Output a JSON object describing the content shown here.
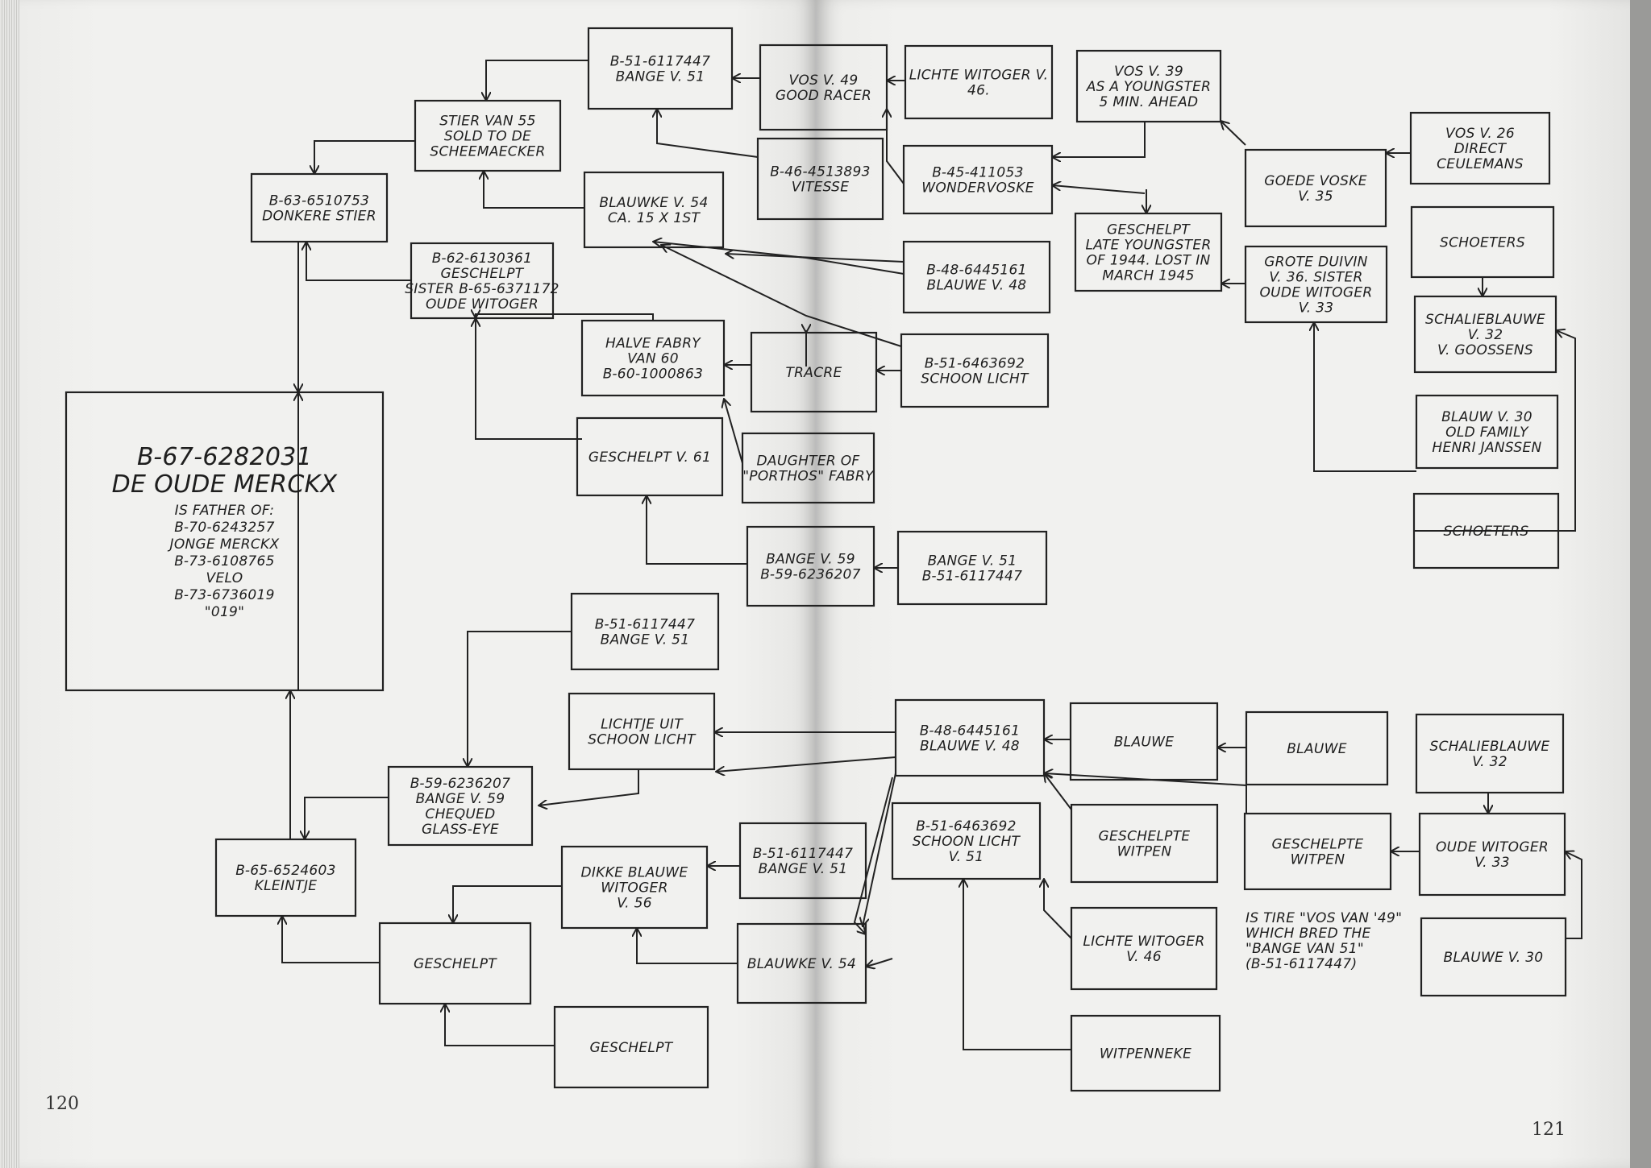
{
  "page_numbers": {
    "left": "120",
    "right": "121"
  },
  "nodes": {
    "n01": [
      "B-51-6117447",
      "BANGE V. 51"
    ],
    "n02": [
      "VOS V. 49",
      "GOOD RACER"
    ],
    "n03": [
      "LICHTE WITOGER V.",
      "46."
    ],
    "n04": [
      "VOS V. 39",
      "AS A YOUNGSTER",
      "5 MIN. AHEAD"
    ],
    "n05": [
      "STIER VAN 55",
      "SOLD TO DE",
      "SCHEEMAECKER"
    ],
    "n06": [
      "B-46-4513893",
      "VITESSE"
    ],
    "n07": [
      "B-45-411053",
      "WONDERVOSKE"
    ],
    "n08": [
      "VOS V. 26",
      "DIRECT",
      "CEULEMANS"
    ],
    "n09": [
      "GOEDE VOSKE",
      "V. 35"
    ],
    "n10": [
      "B-63-6510753",
      "DONKERE STIER"
    ],
    "n11": [
      "BLAUWKE V. 54",
      "CA. 15 X 1ST"
    ],
    "n12": [
      "B-62-6130361",
      "GESCHELPT",
      "SISTER B-65-6371172",
      "OUDE WITOGER"
    ],
    "n13": [
      "B-48-6445161",
      "BLAUWE V. 48"
    ],
    "n14": [
      "GESCHELPT",
      "LATE YOUNGSTER",
      "OF 1944. LOST IN",
      "MARCH 1945"
    ],
    "n15": [
      "GROTE DUIVIN",
      "V. 36. SISTER",
      "OUDE WITOGER",
      "V. 33"
    ],
    "n16": [
      "SCHOETERS"
    ],
    "n17": [
      "SCHALIEBLAUWE",
      "V. 32",
      "V. GOOSSENS"
    ],
    "n18": [
      "HALVE FABRY",
      "VAN 60",
      "B-60-1000863"
    ],
    "n19": [
      "TRACRE"
    ],
    "n20": [
      "B-51-6463692",
      "SCHOON LICHT"
    ],
    "n21": [
      "BLAUW V. 30",
      "OLD FAMILY",
      "HENRI JANSSEN"
    ],
    "n22": [
      "GESCHELPT V. 61"
    ],
    "n23": [
      "DAUGHTER OF",
      "\"PORTHOS\" FABRY"
    ],
    "n24": [
      "SCHOETERS"
    ],
    "n25": [
      "BANGE V. 59",
      "B-59-6236207"
    ],
    "n26": [
      "BANGE V. 51",
      "B-51-6117447"
    ],
    "n27": [
      "B-51-6117447",
      "BANGE V. 51"
    ],
    "n28": [
      "LICHTJE UIT",
      "SCHOON LICHT"
    ],
    "n29": [
      "B-48-6445161",
      "BLAUWE V. 48"
    ],
    "n30": [
      "BLAUWE"
    ],
    "n31": [
      "BLAUWE"
    ],
    "n32": [
      "SCHALIEBLAUWE",
      "V. 32"
    ],
    "n33": [
      "B-59-6236207",
      "BANGE V. 59",
      "CHEQUED",
      "GLASS-EYE"
    ],
    "n34": [
      "B-51-6463692",
      "SCHOON LICHT",
      "V. 51"
    ],
    "n35": [
      "GESCHELPTE",
      "WITPEN"
    ],
    "n36": [
      "GESCHELPTE",
      "WITPEN"
    ],
    "n37": [
      "OUDE WITOGER",
      "V. 33"
    ],
    "n38": [
      "B-65-6524603",
      "KLEINTJE"
    ],
    "n39": [
      "DIKKE BLAUWE",
      "WITOGER",
      "V. 56"
    ],
    "n40": [
      "B-51-6117447",
      "BANGE V. 51"
    ],
    "n41": [
      "GESCHELPT"
    ],
    "n42": [
      "BLAUWKE V. 54"
    ],
    "n43": [
      "LICHTE WITOGER",
      "V. 46"
    ],
    "n44": [
      "BLAUWE V. 30"
    ],
    "n45": [
      "GESCHELPT"
    ],
    "n46": [
      "WITPENNEKE"
    ]
  },
  "main_subject": [
    "B-67-6282031",
    "DE OUDE MERCKX",
    "IS FATHER OF:",
    "B-70-6243257",
    "JONGE MERCKX",
    "B-73-6108765",
    "VELO",
    "B-73-6736019",
    "\"019\""
  ],
  "note": [
    "IS TIRE \"VOS VAN '49\"",
    "WHICH BRED THE",
    "\"BANGE VAN 51\"",
    "(B-51-6117447)"
  ]
}
